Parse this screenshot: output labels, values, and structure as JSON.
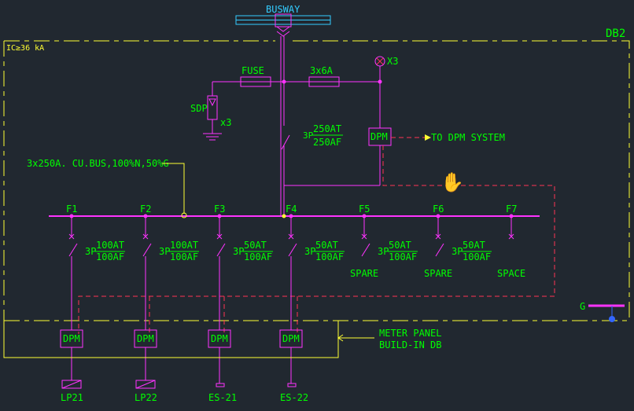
{
  "title_bar": {
    "busway_label": "BUSWAY",
    "panel_name": "DB2",
    "ic_rating": "IC≥36 kA"
  },
  "incoming": {
    "fuse_label": "FUSE",
    "fuse_rating": "3x6A",
    "x3_label": "X3",
    "sdp_label": "SDP",
    "sdp_qty": "x3",
    "main_breaker": {
      "poles": "3P",
      "at": "250AT",
      "af": "250AF"
    },
    "dpm_label": "DPM",
    "dpm_note": "TO DPM SYSTEM"
  },
  "bus_note": "3x250A. CU.BUS,100%N,50%G",
  "feeders": [
    {
      "id": "F1",
      "poles": "3P",
      "at": "100AT",
      "af": "100AF",
      "dpm": "DPM",
      "load": "LP21"
    },
    {
      "id": "F2",
      "poles": "3P",
      "at": "100AT",
      "af": "100AF",
      "dpm": "DPM",
      "load": "LP22"
    },
    {
      "id": "F3",
      "poles": "3P",
      "at": "50AT",
      "af": "100AF",
      "dpm": "DPM",
      "load": "ES-21"
    },
    {
      "id": "F4",
      "poles": "3P",
      "at": "50AT",
      "af": "100AF",
      "dpm": "DPM",
      "load": "ES-22"
    },
    {
      "id": "F5",
      "poles": "3P",
      "at": "50AT",
      "af": "100AF",
      "note": "SPARE"
    },
    {
      "id": "F6",
      "poles": "3P",
      "at": "50AT",
      "af": "100AF",
      "note": "SPARE"
    },
    {
      "id": "F7",
      "note": "SPACE"
    }
  ],
  "meter_panel": {
    "line1": "METER PANEL",
    "line2": "BUILD-IN DB"
  },
  "ground_label": "G",
  "colors": {
    "background": "#212830",
    "green": "#00ff00",
    "magenta": "#ff33ff",
    "yellow": "#ffff33",
    "cyan": "#33ccff",
    "red": "#ff3355"
  }
}
